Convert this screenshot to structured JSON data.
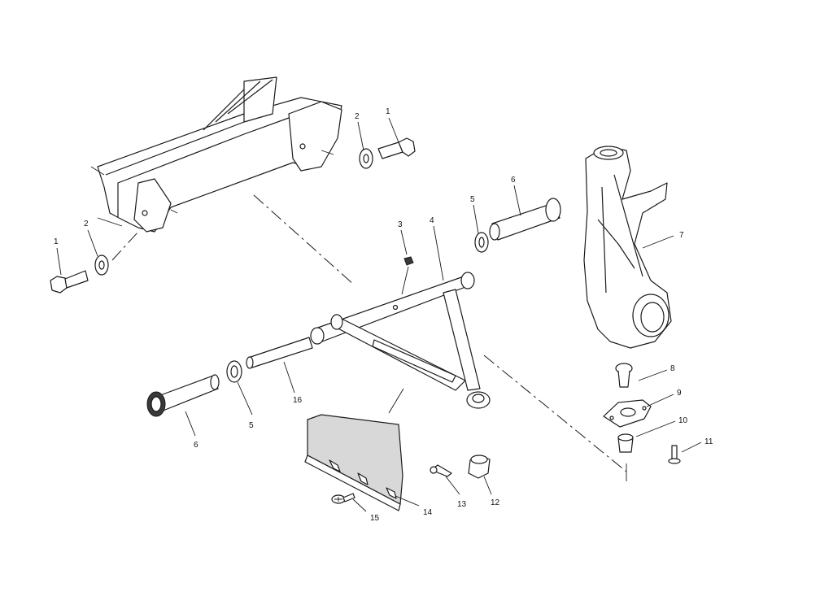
{
  "callouts": [
    {
      "id": "c1a",
      "label": "1"
    },
    {
      "id": "c1b",
      "label": "1"
    },
    {
      "id": "c2a",
      "label": "2"
    },
    {
      "id": "c2b",
      "label": "2"
    },
    {
      "id": "c3",
      "label": "3"
    },
    {
      "id": "c4",
      "label": "4"
    },
    {
      "id": "c5a",
      "label": "5"
    },
    {
      "id": "c5b",
      "label": "5"
    },
    {
      "id": "c6a",
      "label": "6"
    },
    {
      "id": "c6b",
      "label": "6"
    },
    {
      "id": "c7",
      "label": "7"
    },
    {
      "id": "c8",
      "label": "8"
    },
    {
      "id": "c9",
      "label": "9"
    },
    {
      "id": "c10",
      "label": "10"
    },
    {
      "id": "c11",
      "label": "11"
    },
    {
      "id": "c12",
      "label": "12"
    },
    {
      "id": "c13",
      "label": "13"
    },
    {
      "id": "c14",
      "label": "14"
    },
    {
      "id": "c15",
      "label": "15"
    },
    {
      "id": "c16",
      "label": "16"
    }
  ]
}
